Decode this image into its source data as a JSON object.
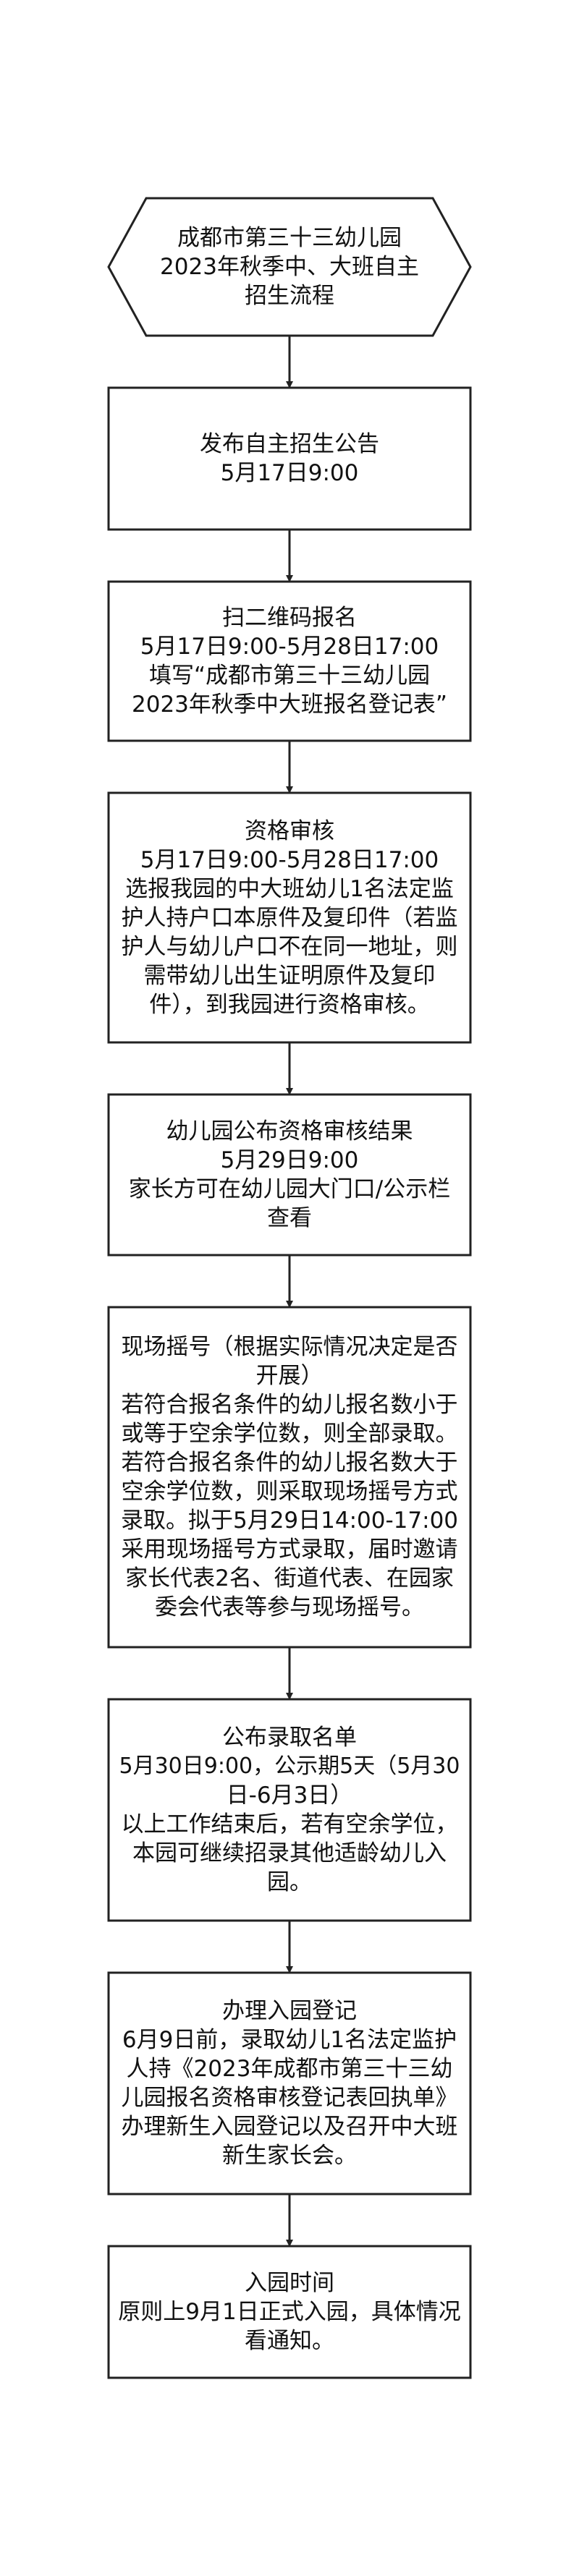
{
  "flowchart": {
    "colors": {
      "stroke": "#222222",
      "fill": "#ffffff",
      "text": "#111111"
    },
    "start": {
      "shape": "hexagon",
      "lines": [
        "成都市第三十三幼儿园",
        "2023年秋季中、大班自主",
        "招生流程"
      ]
    },
    "steps": [
      {
        "lines": [
          "发布自主招生公告",
          "5月17日9:00"
        ]
      },
      {
        "lines": [
          "扫二维码报名",
          "5月17日9:00-5月28日17:00",
          "填写“成都市第三十三幼儿园",
          "2023年秋季中大班报名登记表”"
        ]
      },
      {
        "lines": [
          "资格审核",
          "5月17日9:00-5月28日17:00",
          "选报我园的中大班幼儿1名法定监",
          "护人持户口本原件及复印件（若监",
          "护人与幼儿户口不在同一地址，则",
          "需带幼儿出生证明原件及复印",
          "件），到我园进行资格审核。"
        ]
      },
      {
        "lines": [
          "幼儿园公布资格审核结果",
          "5月29日9:00",
          "家长方可在幼儿园大门口/公示栏",
          "查看"
        ]
      },
      {
        "lines": [
          "现场摇号（根据实际情况决定是否",
          "开展）",
          "若符合报名条件的幼儿报名数小于",
          "或等于空余学位数，则全部录取。",
          "若符合报名条件的幼儿报名数大于",
          "空余学位数，则采取现场摇号方式",
          "录取。拟于5月29日14:00-17:00",
          "采用现场摇号方式录取，届时邀请",
          "家长代表2名、街道代表、在园家",
          "委会代表等参与现场摇号。"
        ]
      },
      {
        "lines": [
          "公布录取名单",
          "5月30日9:00，公示期5天（5月30",
          "日-6月3日）",
          "以上工作结束后，若有空余学位，",
          "本园可继续招录其他适龄幼儿入",
          "园。"
        ]
      },
      {
        "lines": [
          "办理入园登记",
          "6月9日前，录取幼儿1名法定监护",
          "人持《2023年成都市第三十三幼",
          "儿园报名资格审核登记表回执单》",
          "办理新生入园登记以及召开中大班",
          "新生家长会。"
        ]
      },
      {
        "lines": [
          "入园时间",
          "原则上9月1日正式入园，具体情况",
          "看通知。"
        ]
      }
    ]
  }
}
